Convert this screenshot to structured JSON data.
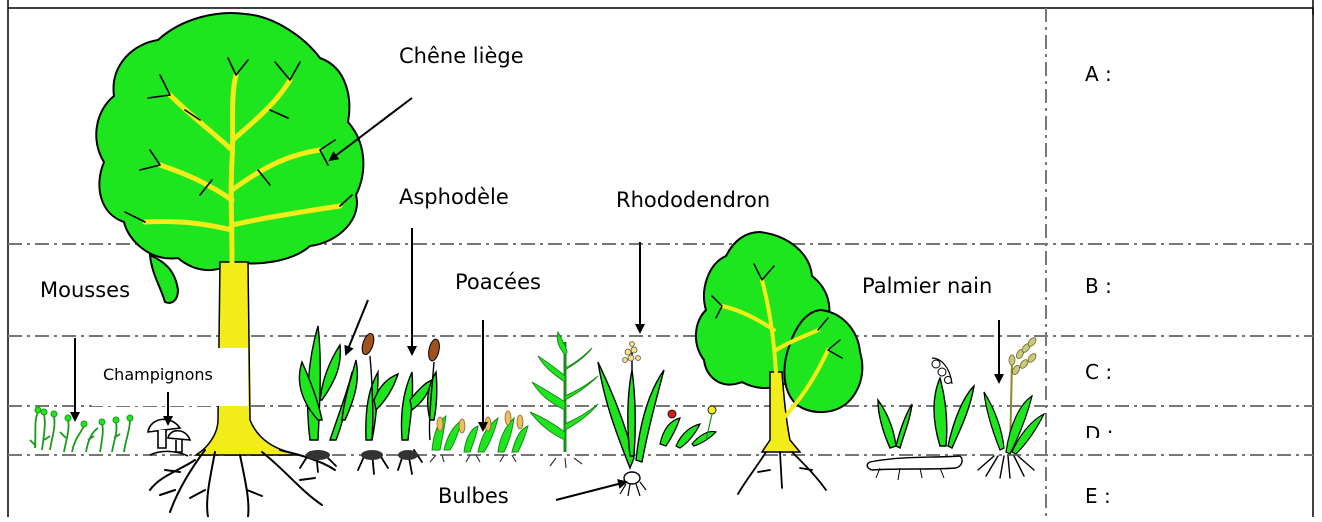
{
  "labels": {
    "chene": "Chêne liège",
    "asphodele": "Asphodèle",
    "rhododendron": "Rhododendron",
    "poacees": "Poacées",
    "mousses": "Mousses",
    "palmier": "Palmier nain",
    "champignons": "Champignons",
    "bulbes": "Bulbes"
  },
  "strata": {
    "a": "A :",
    "b": "B :",
    "c": "C :",
    "d": "D :",
    "e": "E :"
  },
  "colors": {
    "foliage": "#1ee61e",
    "trunk": "#f2ec1a",
    "outline": "#000000",
    "guide_line": "#777777",
    "flower_red": "#d02020"
  }
}
